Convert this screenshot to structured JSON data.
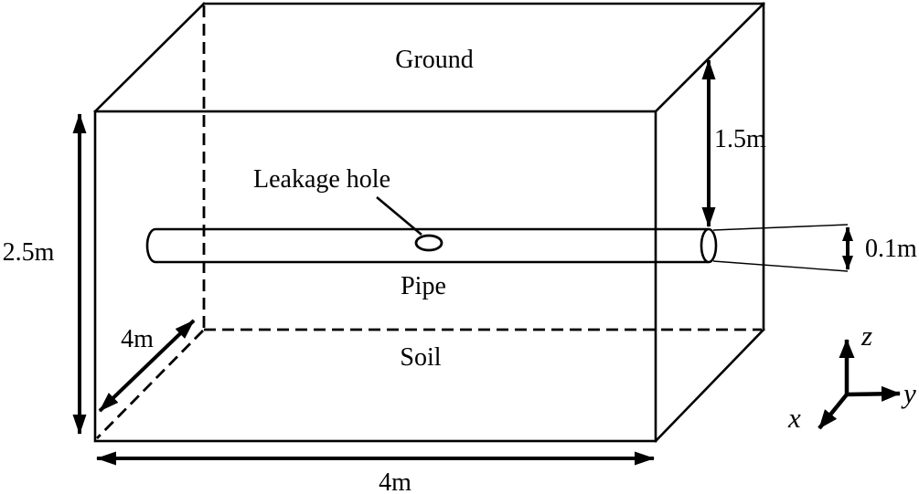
{
  "figure": {
    "background_color": "#ffffff",
    "ink_color": "#000000",
    "labels": {
      "ground": "Ground",
      "leakage_hole": "Leakage hole",
      "pipe": "Pipe",
      "soil": "Soil"
    },
    "dimensions": {
      "domain_height": "2.5m",
      "domain_depth": "4m",
      "domain_width": "4m",
      "pipe_burial_depth": "1.5m",
      "pipe_diameter": "0.1m"
    },
    "axes": {
      "x": "x",
      "y": "y",
      "z": "z"
    }
  }
}
